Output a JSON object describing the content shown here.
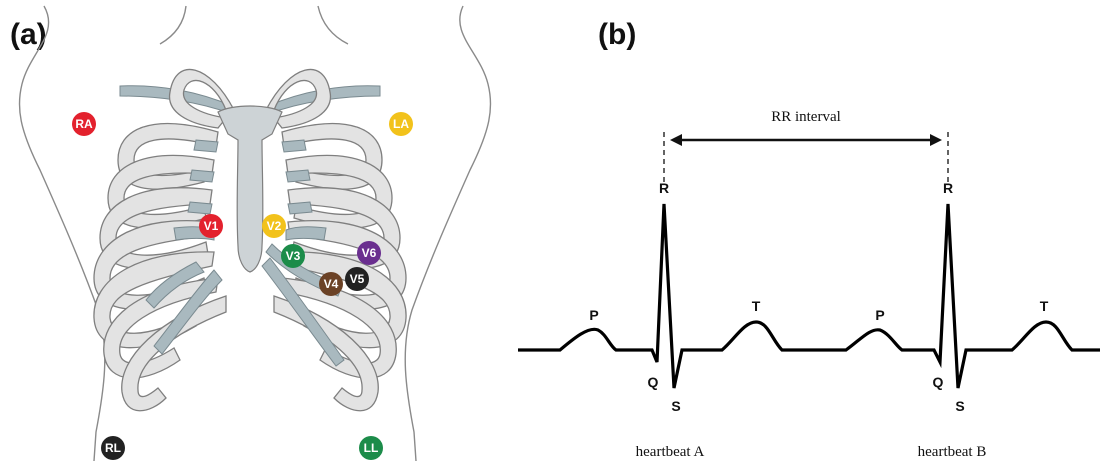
{
  "panels": {
    "a": {
      "label": "(a)"
    },
    "b": {
      "label": "(b)"
    }
  },
  "electrodes": [
    {
      "id": "ra",
      "label": "RA",
      "color": "#e3212d"
    },
    {
      "id": "la",
      "label": "LA",
      "color": "#f2c21b"
    },
    {
      "id": "v1",
      "label": "V1",
      "color": "#e3212d"
    },
    {
      "id": "v2",
      "label": "V2",
      "color": "#f2c21b"
    },
    {
      "id": "v3",
      "label": "V3",
      "color": "#1c8c4a"
    },
    {
      "id": "v4",
      "label": "V4",
      "color": "#6b4226"
    },
    {
      "id": "v5",
      "label": "V5",
      "color": "#222222"
    },
    {
      "id": "v6",
      "label": "V6",
      "color": "#6a2f8f"
    },
    {
      "id": "rl",
      "label": "RL",
      "color": "#222222"
    },
    {
      "id": "ll",
      "label": "LL",
      "color": "#1c8c4a"
    }
  ],
  "ecg": {
    "interval_label": "RR interval",
    "beats": [
      {
        "name": "heartbeat A",
        "P": "P",
        "Q": "Q",
        "R": "R",
        "S": "S",
        "T": "T"
      },
      {
        "name": "heartbeat B",
        "P": "P",
        "Q": "Q",
        "R": "R",
        "S": "S",
        "T": "T"
      }
    ]
  }
}
